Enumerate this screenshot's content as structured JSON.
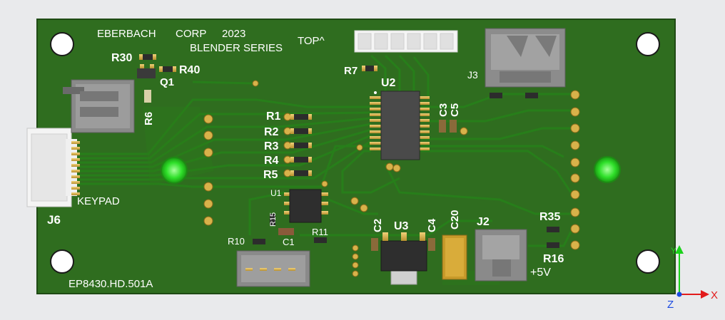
{
  "silkscreen": {
    "company": "EBERBACH",
    "corp": "CORP",
    "year": "2023",
    "series": "BLENDER SERIES",
    "side": "TOP^",
    "part_number": "EP8430.HD.501A",
    "keypad": "KEYPAD",
    "plus5v": "+5V"
  },
  "designators": {
    "R30": "R30",
    "R40": "R40",
    "Q1": "Q1",
    "R6": "R6",
    "R7": "R7",
    "U2": "U2",
    "J3": "J3",
    "C3": "C3",
    "C5": "C5",
    "R1": "R1",
    "R2": "R2",
    "R3": "R3",
    "R4": "R4",
    "R5": "R5",
    "U1": "U1",
    "R15": "R15",
    "R10": "R10",
    "C1": "C1",
    "R11": "R11",
    "C2": "C2",
    "U3": "U3",
    "C4": "C4",
    "C20": "C20",
    "J2": "J2",
    "R35": "R35",
    "R16": "R16",
    "J6": "J6"
  },
  "axes": {
    "x": "X",
    "y": "Y",
    "z": "Z"
  },
  "colors": {
    "background": "#e9eaec",
    "board": "#2e6a1e",
    "board_edge": "#1f4a14",
    "copper": "#2b7a1a",
    "pad_gold": "#d8b24a",
    "silk": "#ffffff",
    "led": "#2fe02a",
    "connector": "#7a7a7a",
    "axis_x": "#e21b1b",
    "axis_y": "#1bd21b",
    "axis_z": "#1b4be2"
  }
}
